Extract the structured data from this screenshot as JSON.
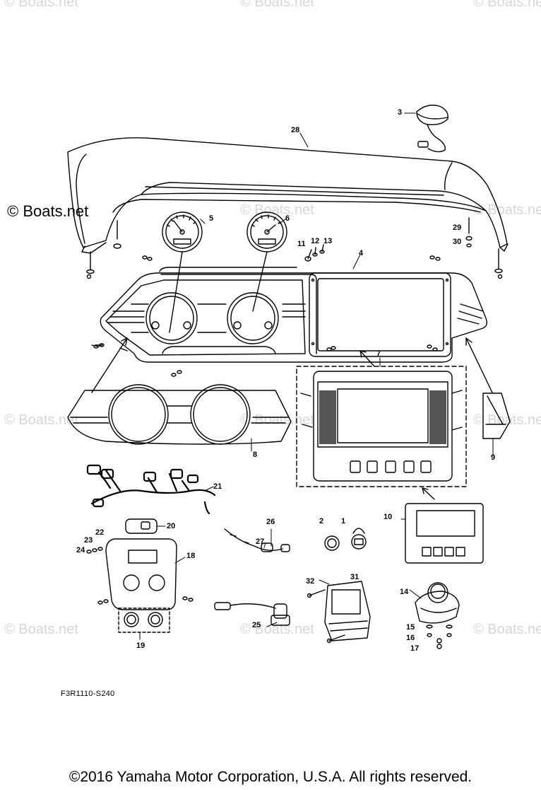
{
  "watermark": {
    "text": "© Boats.net",
    "main_text": "© Boats.net"
  },
  "diagram": {
    "drawing_code": "F3R1110-S240",
    "callouts": [
      "1",
      "2",
      "3",
      "4",
      "5",
      "6",
      "7",
      "8",
      "9",
      "10",
      "11",
      "12",
      "13",
      "14",
      "15",
      "16",
      "17",
      "18",
      "19",
      "20",
      "21",
      "22",
      "23",
      "24",
      "25",
      "26",
      "27",
      "28",
      "29",
      "30",
      "31",
      "32"
    ]
  },
  "copyright": "©2016 Yamaha Motor Corporation, U.S.A. All rights reserved.",
  "colors": {
    "line": "#000000",
    "watermark": "#d6d6d6",
    "background": "#ffffff"
  }
}
